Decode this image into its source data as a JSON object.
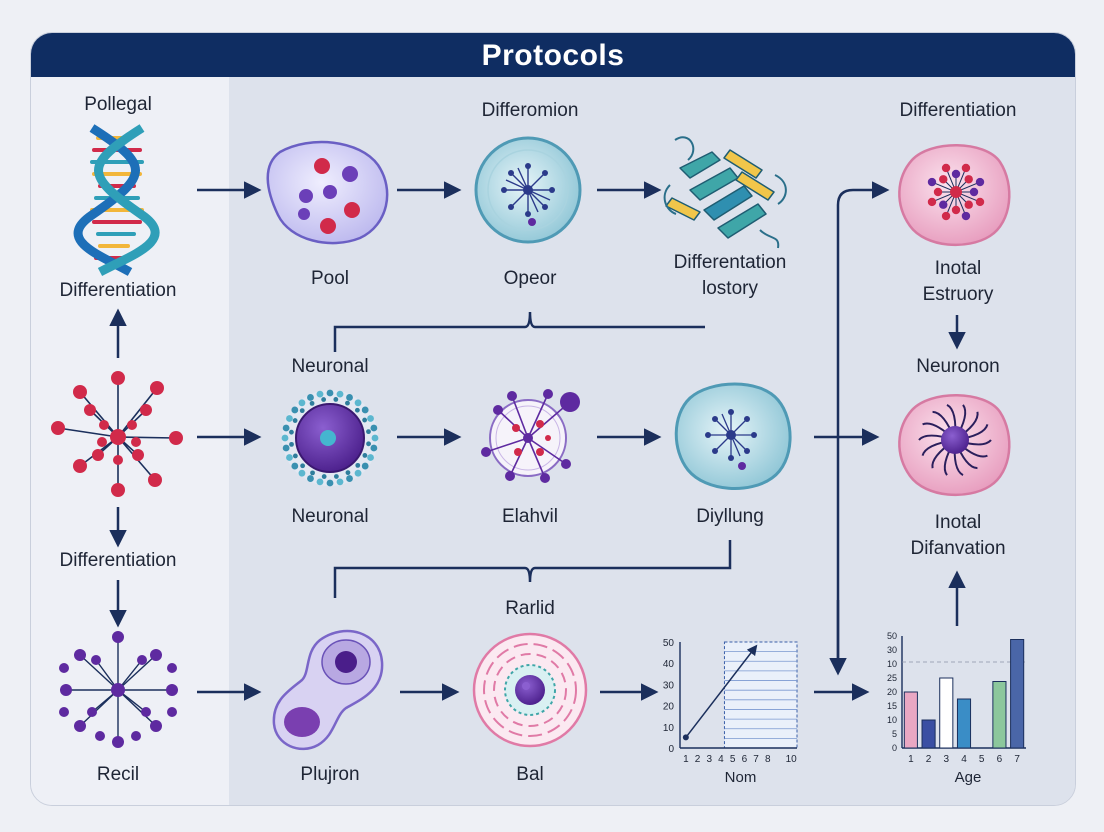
{
  "header": {
    "title": "Protocols"
  },
  "labels": {
    "l1_top": "Pollegal",
    "l1_bottom": "Differentiation",
    "l2_bottom": "Differentiation",
    "l3_bottom": "Recil",
    "r1c1": "Pool",
    "r1c2_top": "Differomion",
    "r1c2": "Opeor",
    "r1c3_line1": "Differentation",
    "r1c3_line2": "lostory",
    "r2c1_top": "Neuronal",
    "r2c1": "Neuronal",
    "r2c2": "Elahvil",
    "r2c3": "Diyllung",
    "r3c1": "Plujron",
    "r3c2_top": "Rarlid",
    "r3c2": "Bal",
    "right_top": "Differentiation",
    "right_c1_line1": "Inotal",
    "right_c1_line2": "Estruory",
    "right_c2_top": "Neuronon",
    "right_c2_line1": "Inotal",
    "right_c2_line2": "Difanvation"
  },
  "colors": {
    "header": "#0f2d62",
    "arrow": "#1b2f5c",
    "red_node": "#d12a4a",
    "purple_node": "#5e2aa0",
    "teal": "#3a90b0",
    "pink_cell": "#f1b8cf"
  },
  "chart_data": [
    {
      "type": "line",
      "title": "",
      "xlabel": "Nom",
      "ylabel": "",
      "x_ticks": [
        "1",
        "2",
        "3",
        "4",
        "5",
        "6",
        "7",
        "8",
        "10"
      ],
      "y_ticks": [
        "0",
        "10",
        "20",
        "30",
        "40",
        "50"
      ],
      "ylim": [
        0,
        50
      ],
      "series": [
        {
          "x": [
            1,
            7
          ],
          "y": [
            5,
            48
          ]
        }
      ]
    },
    {
      "type": "bar",
      "title": "",
      "xlabel": "Age",
      "ylabel": "",
      "categories": [
        "1",
        "2",
        "3",
        "4",
        "5",
        "6",
        "7"
      ],
      "y_ticks": [
        "0",
        "5",
        "10",
        "15",
        "20",
        "25",
        "10",
        "30",
        "50"
      ],
      "values": [
        16,
        8,
        20,
        14,
        null,
        19,
        31
      ],
      "bar_colors": [
        "#e9a7c3",
        "#3a4fa3",
        "#ffffff",
        "#3a8dc6",
        null,
        "#8cc79c",
        "#4a66a8"
      ]
    }
  ]
}
